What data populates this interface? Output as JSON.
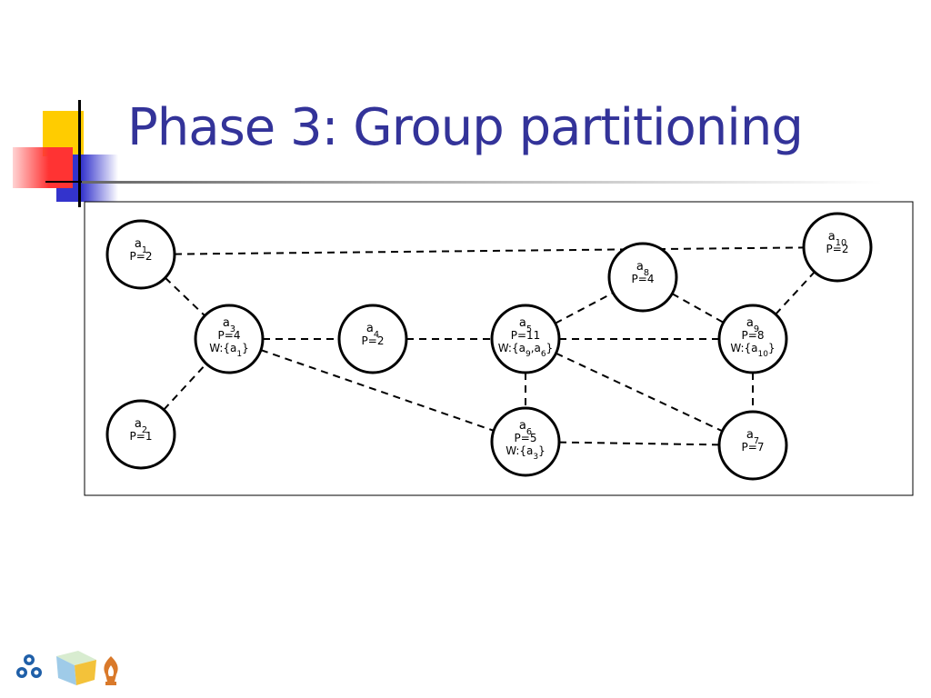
{
  "slide": {
    "title": "Phase 3: Group partitioning"
  },
  "colors": {
    "title": "#333399",
    "accent_yellow": "#ffcc00",
    "accent_red": "#ff3333",
    "accent_blue": "#3333cc"
  },
  "diagram": {
    "nodes": [
      {
        "id": "a1",
        "name": "a",
        "sub": "1",
        "p": "P=2",
        "w": null
      },
      {
        "id": "a2",
        "name": "a",
        "sub": "2",
        "p": "P=1",
        "w": null
      },
      {
        "id": "a3",
        "name": "a",
        "sub": "3",
        "p": "P=4",
        "w": {
          "pre": "W:{a",
          "sub": "1",
          "post": "}"
        }
      },
      {
        "id": "a4",
        "name": "a",
        "sub": "4",
        "p": "P=2",
        "w": null
      },
      {
        "id": "a5",
        "name": "a",
        "sub": "5",
        "p": "P=11",
        "w": {
          "pre": "W:{a",
          "sub": "9",
          "mid": ",a",
          "sub2": "6",
          "post": "}"
        }
      },
      {
        "id": "a6",
        "name": "a",
        "sub": "6",
        "p": "P=5",
        "w": {
          "pre": "W:{a",
          "sub": "3",
          "post": "}"
        }
      },
      {
        "id": "a7",
        "name": "a",
        "sub": "7",
        "p": "P=7",
        "w": null
      },
      {
        "id": "a8",
        "name": "a",
        "sub": "8",
        "p": "P=4",
        "w": null
      },
      {
        "id": "a9",
        "name": "a",
        "sub": "9",
        "p": "P=8",
        "w": {
          "pre": "W:{a",
          "sub": "10",
          "post": "}"
        }
      },
      {
        "id": "a10",
        "name": "a",
        "sub": "10",
        "p": "P=2",
        "w": null
      }
    ],
    "edges": [
      [
        "a1",
        "a10"
      ],
      [
        "a1",
        "a3"
      ],
      [
        "a2",
        "a3"
      ],
      [
        "a3",
        "a4"
      ],
      [
        "a3",
        "a6"
      ],
      [
        "a4",
        "a5"
      ],
      [
        "a5",
        "a8"
      ],
      [
        "a5",
        "a9"
      ],
      [
        "a5",
        "a6"
      ],
      [
        "a5",
        "a7"
      ],
      [
        "a6",
        "a7"
      ],
      [
        "a8",
        "a9"
      ],
      [
        "a9",
        "a10"
      ],
      [
        "a9",
        "a7"
      ]
    ]
  },
  "footer": {
    "icons": [
      "trefoil-logo-icon",
      "cube-logo-icon",
      "flame-logo-icon"
    ]
  }
}
